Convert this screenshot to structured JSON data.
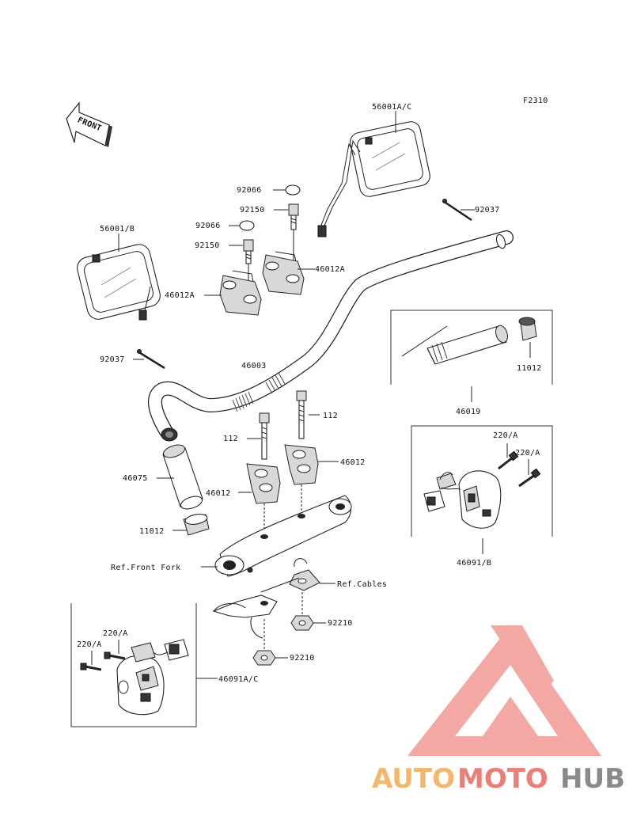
{
  "figure_code": "F2310",
  "front_arrow": "FRONT",
  "parts": {
    "mirror_right": "56001A/C",
    "mirror_left": "56001/B",
    "cap_top": "92066",
    "cap_left": "92066",
    "bolt_top": "92150",
    "bolt_left": "92150",
    "holder_right": "46012A",
    "holder_left": "46012A",
    "pin_right": "92037",
    "pin_left": "92037",
    "handlebar": "46003",
    "bolt_right": "112",
    "bolt_left_lower": "112",
    "clamp_right": "46012",
    "clamp_left": "46012",
    "grip_left": "46075",
    "end_cap_left": "11012",
    "end_cap_right": "11012",
    "grip_right": "46019",
    "screw_r1": "220/A",
    "screw_r2": "220/A",
    "switch_right": "46091/B",
    "ref_front_fork": "Ref.Front Fork",
    "ref_cables": "Ref.Cables",
    "nut_upper": "92210",
    "nut_lower": "92210",
    "screw_l1": "220/A",
    "screw_l2": "220/A",
    "switch_left": "46091A/C"
  },
  "watermark": {
    "part1": "AUTO",
    "part2": "MOTO",
    "part3": "HUB",
    "colors": {
      "auto": "#f2b66d",
      "moto": "#eb7f78",
      "hub": "#8a8a8a",
      "triangle": "#f19a94"
    }
  }
}
